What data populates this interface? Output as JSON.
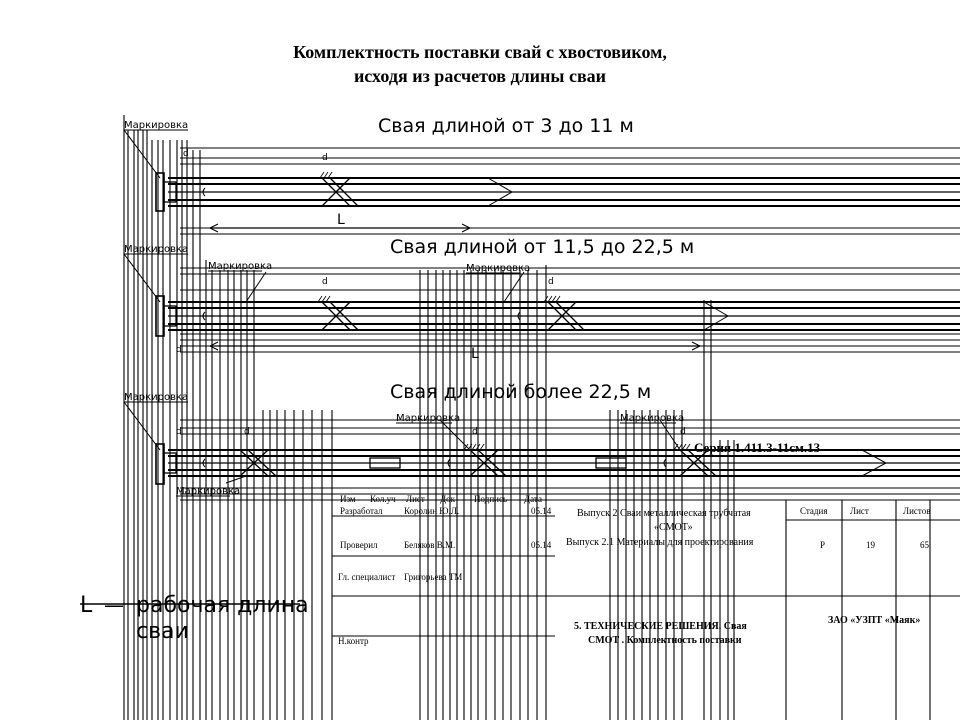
{
  "title": {
    "line1": "Комплектность поставки свай с хвостовиком,",
    "line2": "исходя из расчетов длины сваи"
  },
  "drawing": {
    "group1_heading": "Свая  длиной  от  3  до  11 м",
    "group2_heading": "Свая  длиной  от  11,5  до  22,5 м",
    "group3_heading": "Свая  длиной  более  22,5  м",
    "marking": "Маркировка",
    "dim_d": "d",
    "dim_L": "L",
    "legend_symbol": "L",
    "legend_dash": "—",
    "legend_text_1": "рабочая  длина",
    "legend_text_2": "сваи"
  },
  "stamp": {
    "series": "Серия 1.411.3-11см.13",
    "headers": [
      "Изм",
      "Кол.уч",
      "Лист",
      "Док",
      "Подпись",
      "Дата"
    ],
    "rows": [
      {
        "role": "Разработал",
        "name": "Королин Ю.Л.",
        "date": "05.14"
      },
      {
        "role": "Проверил",
        "name": "Беляков В.М.",
        "date": "05.14"
      },
      {
        "role": "Гл. специалист",
        "name": "Григорьева ТМ",
        "date": ""
      },
      {
        "role": "Н.контр",
        "name": "",
        "date": ""
      }
    ],
    "doc_line1": "Выпуск 2 Сваи металлическая трубчатая",
    "doc_line2": "«СМОТ»",
    "doc_line3": "Выпуск 2.1 Материалы для проектирования",
    "col_stage": "Стадия",
    "col_sheet": "Лист",
    "col_sheets": "Листов",
    "val_stage": "Р",
    "val_sheet": "19",
    "val_sheets": "65",
    "section_line1": "5. ТЕХНИЧЕСКИЕ РЕШЕНИЯ. Свая",
    "section_line2": "СМОТ . Комплектность поставки",
    "company": "ЗАО «УЗПТ «Маяк»"
  }
}
